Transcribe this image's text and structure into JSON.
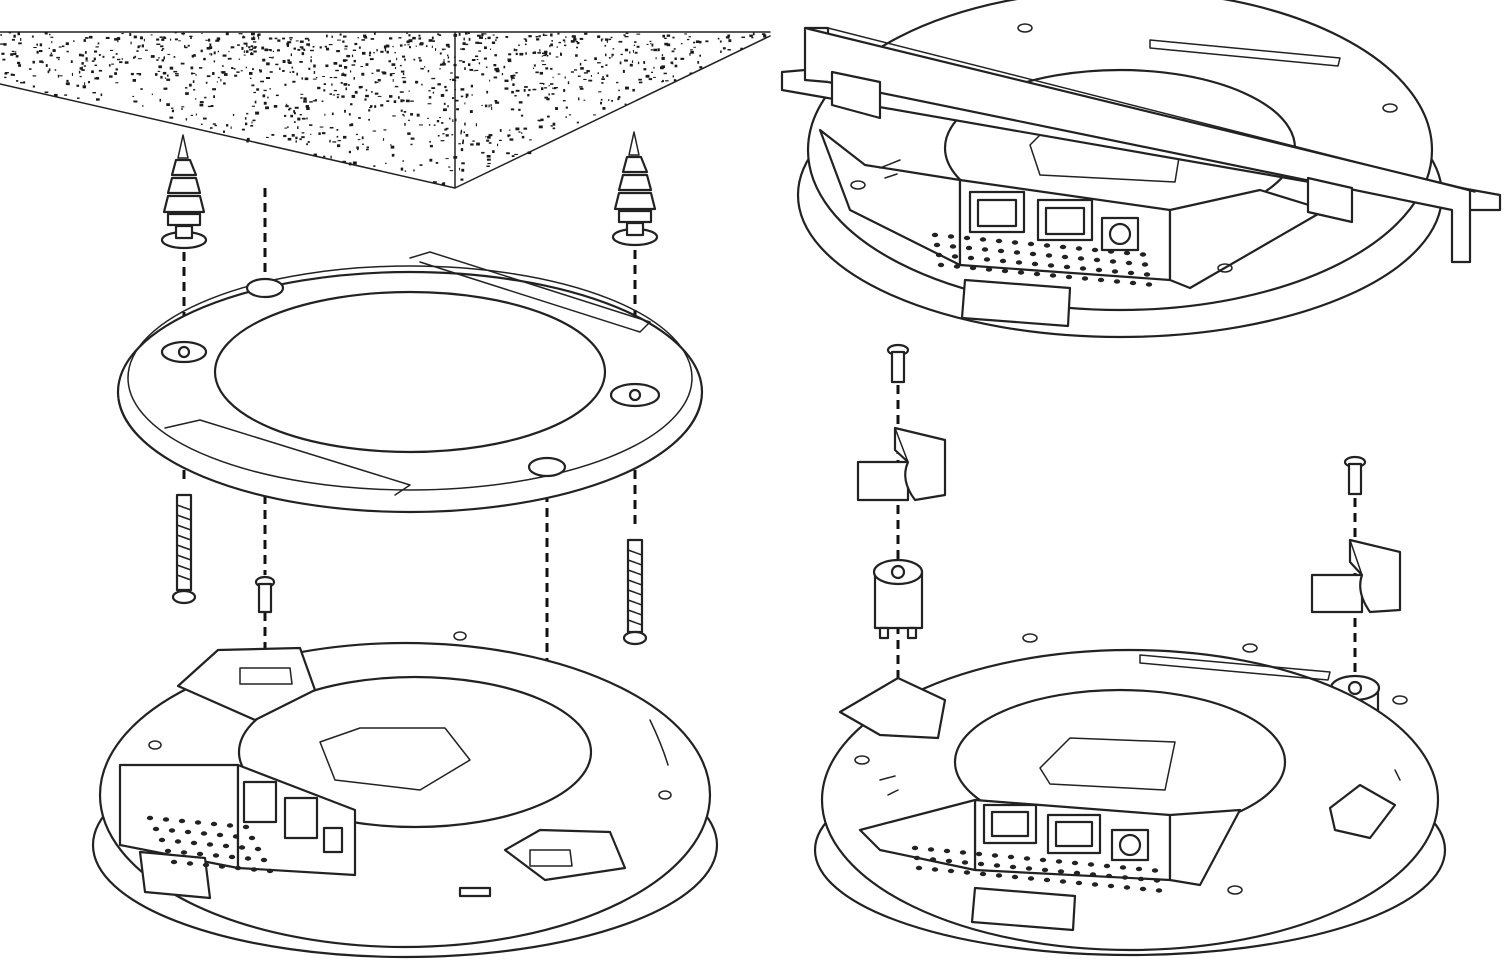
{
  "figure": {
    "panels": [
      {
        "id": "ceiling-mount-exploded",
        "parts": [
          "ceiling",
          "wall-anchor",
          "wall-anchor",
          "mounting-plate",
          "screw",
          "screw",
          "screw",
          "screw",
          "access-point"
        ]
      },
      {
        "id": "t-bar-installed",
        "parts": [
          "access-point",
          "t-bar-rail",
          "ethernet-port",
          "ethernet-port",
          "power-jack"
        ]
      },
      {
        "id": "t-bar-clip-exploded",
        "parts": [
          "screw",
          "screw",
          "rail-clip",
          "rail-clip",
          "spacer",
          "spacer",
          "access-point",
          "ethernet-port",
          "ethernet-port",
          "power-jack"
        ]
      }
    ],
    "colors": {
      "line": "#222222",
      "background": "#ffffff",
      "speckle": "#1a1a1a"
    }
  }
}
